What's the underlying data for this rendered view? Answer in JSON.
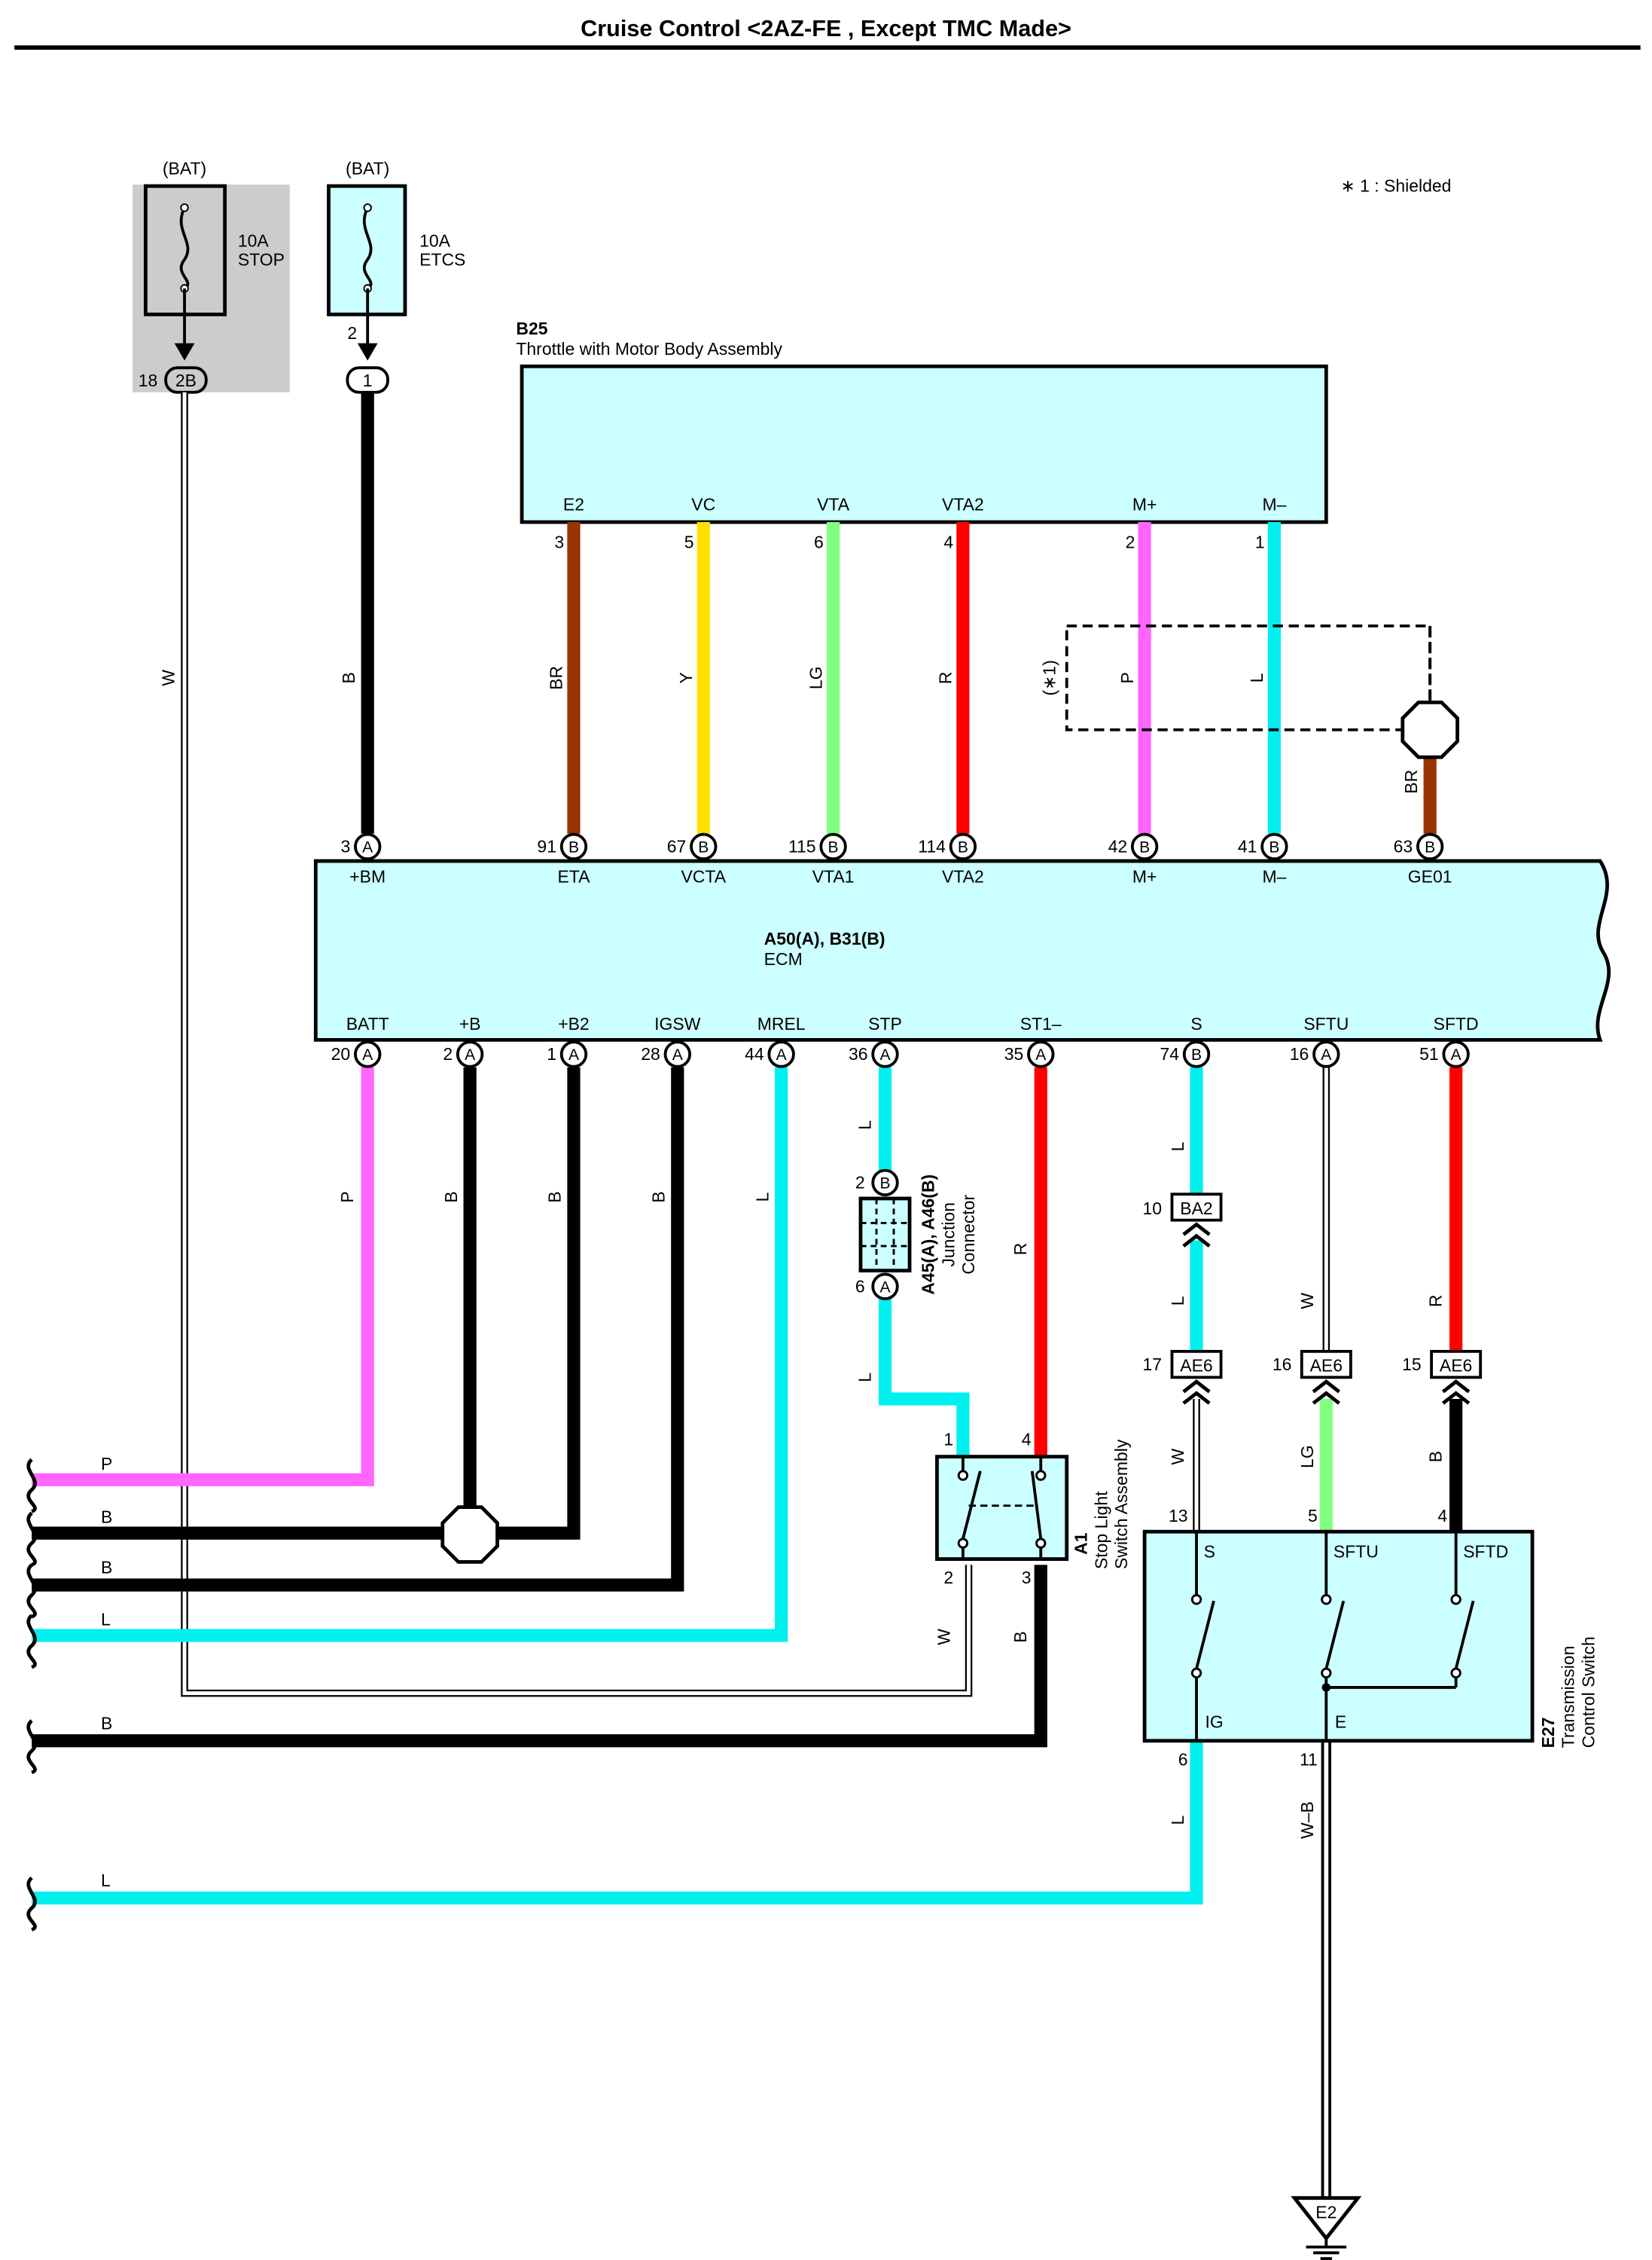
{
  "title": "Cruise Control <2AZ-FE , Except TMC Made>",
  "note": "∗ 1 : Shielded",
  "fuses": [
    {
      "source": "(BAT)",
      "amp": "10A",
      "name": "STOP",
      "pin": "18",
      "connector": "2B"
    },
    {
      "source": "(BAT)",
      "amp": "10A",
      "name": "ETCS",
      "pin": "2",
      "connector": "1"
    }
  ],
  "throttle": {
    "code": "B25",
    "name": "Throttle with Motor Body Assembly",
    "terminals": [
      "E2",
      "VC",
      "VTA",
      "VTA2",
      "M+",
      "M–"
    ],
    "pins": [
      "3",
      "5",
      "6",
      "4",
      "2",
      "1"
    ]
  },
  "shield_label": "(∗1)",
  "ecm": {
    "code": "A50(A), B31(B)",
    "name": "ECM",
    "top_terminals": [
      "+BM",
      "ETA",
      "VCTA",
      "VTA1",
      "VTA2",
      "M+",
      "M–",
      "GE01"
    ],
    "top_pins": [
      "3",
      "91",
      "67",
      "115",
      "114",
      "42",
      "41",
      "63"
    ],
    "top_connectors": [
      "A",
      "B",
      "B",
      "B",
      "B",
      "B",
      "B",
      "B"
    ],
    "bottom_terminals": [
      "BATT",
      "+B",
      "+B2",
      "IGSW",
      "MREL",
      "STP",
      "ST1–",
      "S",
      "SFTU",
      "SFTD"
    ],
    "bottom_pins": [
      "20",
      "2",
      "1",
      "28",
      "44",
      "36",
      "35",
      "74",
      "16",
      "51"
    ],
    "bottom_connectors": [
      "A",
      "A",
      "A",
      "A",
      "A",
      "A",
      "A",
      "B",
      "A",
      "A"
    ]
  },
  "wire_colors": {
    "w1": "W",
    "w2": "B",
    "w3": "BR",
    "w4": "Y",
    "w5": "LG",
    "w6": "R",
    "w7": "P",
    "w8": "L",
    "w9": "BR",
    "w10": "P",
    "w11": "B",
    "w12": "B",
    "w13": "B",
    "w14": "L",
    "w15": "L",
    "w16": "L",
    "w17": "R",
    "w18": "L",
    "w19": "W",
    "w20": "R",
    "w21": "L",
    "w22": "W",
    "w23": "LG",
    "w24": "B",
    "w25": "W",
    "w26": "B",
    "w27": "L",
    "w28": "W–B",
    "left1": "P",
    "left2": "B",
    "left3": "B",
    "left4": "L",
    "left5": "B",
    "left6": "L"
  },
  "junction": {
    "code": "A45(A), A46(B)",
    "name1": "Junction",
    "name2": "Connector",
    "pin_top": "2",
    "conn_top": "B",
    "pin_bottom": "6",
    "conn_bottom": "A"
  },
  "stop_light": {
    "code": "A1",
    "name1": "Stop Light",
    "name2": "Switch Assembly",
    "pins": [
      "1",
      "4",
      "2",
      "3"
    ]
  },
  "inline_connectors": [
    {
      "pin": "10",
      "code": "BA2"
    },
    {
      "pin": "17",
      "code": "AE6"
    },
    {
      "pin": "16",
      "code": "AE6"
    },
    {
      "pin": "15",
      "code": "AE6"
    }
  ],
  "tcs": {
    "code": "E27",
    "name1": "Transmission",
    "name2": "Control Switch",
    "terminals": [
      "S",
      "SFTU",
      "SFTD",
      "IG",
      "E"
    ],
    "pins": [
      "13",
      "5",
      "4",
      "6",
      "11"
    ]
  },
  "ground": "E2",
  "colors": {
    "P": "#ff66ff",
    "B": "#000000",
    "L": "#00f0f0",
    "R": "#ff0000",
    "Y": "#ffe000",
    "LG": "#80ff80",
    "BR": "#993300",
    "W": "#ffffff",
    "component_fill": "#ccffff",
    "shade": "#cccccc"
  }
}
